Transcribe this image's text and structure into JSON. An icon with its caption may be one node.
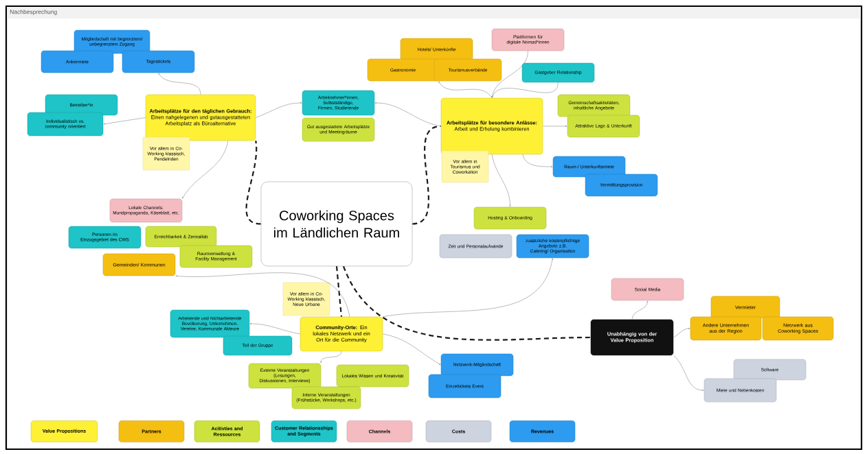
{
  "diagram": {
    "title": "Nachbesprechung",
    "nodes": [
      {
        "text": [
          "Coworking Spaces im Ländlichen Raum"
        ]
      },
      {
        "text": [
          "**Arbeitsplätze für den täglichen Gebrauch:** Einen nahgelegenen und gutausgestatteten Arbeitsplatz als Büroalternative"
        ]
      },
      {
        "text": [
          "Vor allem in Co-Working klassisch, Pendelnden"
        ]
      },
      {
        "text": [
          "**Arbeitsplätze für besondere Anlässe:** Arbeit und Erholung kombinieren"
        ]
      },
      {
        "text": [
          "Vor allem in Tourismus und Coworkation"
        ]
      },
      {
        "text": [
          "**Community-Orte:** Ein lokales Netzwerk und ein Ort für die Community"
        ]
      },
      {
        "text": [
          "Vor allem in Co-Working klassisch, Neue Urbane"
        ]
      },
      {
        "text": [
          "Unabhängig von der Value Proposition"
        ]
      },
      {
        "text": [
          "Mitgliedschaft mit begrenztem/ unbegrenztem Zugang"
        ]
      },
      {
        "text": [
          "Ankermiete"
        ]
      },
      {
        "text": [
          "Tagestickets"
        ]
      },
      {
        "text": [
          "Betreiber*in"
        ]
      },
      {
        "text": [
          "Individualistisch vs. community orientiert"
        ]
      },
      {
        "text": [
          "Lokale Channels: Mundpropaganda, Käseblatt, etc."
        ]
      },
      {
        "text": [
          "Personen im Einzugsgebiet des CWS"
        ]
      },
      {
        "text": [
          "Erreichbarkeit & Zentralität"
        ]
      },
      {
        "text": [
          "Raumverwaltung & Facility Management"
        ]
      },
      {
        "text": [
          "Gemeinden/ Kommunen"
        ]
      },
      {
        "text": [
          "Arbeitnehmer*innen, Selbstständige, Firmen, Studierende"
        ]
      },
      {
        "text": [
          "Gut ausgestattete Arbeitsplätze und Meetingräume"
        ]
      },
      {
        "text": [
          "Hotels/ Unterkünfte"
        ]
      },
      {
        "text": [
          "Gastronomie"
        ]
      },
      {
        "text": [
          "Tourismusverbände"
        ]
      },
      {
        "text": [
          "Plattformen für digitale Nomad*innen"
        ]
      },
      {
        "text": [
          "Gastgeber Relationship"
        ]
      },
      {
        "text": [
          "Gemeinschaftsaktivitäten, inhaltliche Angebote"
        ]
      },
      {
        "text": [
          "Attraktive Lage & Unterkunft"
        ]
      },
      {
        "text": [
          "Raum-/ Unterkunftsmiete"
        ]
      },
      {
        "text": [
          "Vermittlungsprovision"
        ]
      },
      {
        "text": [
          "Hosting & Onboarding"
        ]
      },
      {
        "text": [
          "Zeit und Personalaufwände"
        ]
      },
      {
        "text": [
          "zusätzliche kostenpflichtige Angebote z.B. Catering/ Organisation"
        ]
      },
      {
        "text": [
          "Arbeitende und Nichtarbeitende Bevölkerung, Unternehmen, Vereine, Kommunale Akteure"
        ]
      },
      {
        "text": [
          "Teil der Gruppe"
        ]
      },
      {
        "text": [
          "Externe Veranstaltungen (Lesungen, Diskussionen, Interviews)"
        ]
      },
      {
        "text": [
          "Lokales Wissen und Kreativität"
        ]
      },
      {
        "text": [
          "Interne Veranstaltungen (Frühstücke, Workshops, etc.)"
        ]
      },
      {
        "text": [
          "Netzwerk-Mitgliedschaft"
        ]
      },
      {
        "text": [
          "Einzeltickets Event"
        ]
      },
      {
        "text": [
          "Social Media"
        ]
      },
      {
        "text": [
          "Vermieter"
        ]
      },
      {
        "text": [
          "Andere Unternehmen aus der Region"
        ]
      },
      {
        "text": [
          "Netzwerk aus Coworking Spaces"
        ]
      },
      {
        "text": [
          "Software"
        ]
      },
      {
        "text": [
          "Miete und Nebenkosten"
        ]
      }
    ],
    "edges": [
      {
        "from": 0,
        "to": 1,
        "arrow": "none",
        "style": "dashed",
        "color": "#1a1a1a"
      },
      {
        "from": 0,
        "to": 3,
        "arrow": "none",
        "style": "dashed",
        "color": "#1a1a1a"
      },
      {
        "from": 0,
        "to": 5,
        "arrow": "none",
        "style": "dashed",
        "color": "#1a1a1a"
      },
      {
        "from": 0,
        "to": 7,
        "arrow": "none",
        "style": "dashed",
        "color": "#1a1a1a"
      },
      {
        "from": 1,
        "to": 10,
        "arrow": "to"
      },
      {
        "from": 1,
        "to": 12,
        "arrow": "to"
      },
      {
        "from": 1,
        "to": 13,
        "arrow": "to"
      },
      {
        "from": 1,
        "to": 18,
        "arrow": "to"
      },
      {
        "from": 3,
        "to": 18,
        "arrow": "to"
      },
      {
        "from": 3,
        "to": 21,
        "arrow": "to"
      },
      {
        "from": 23,
        "to": 3,
        "arrow": "to"
      },
      {
        "from": 24,
        "to": 3,
        "arrow": "to"
      },
      {
        "from": 3,
        "to": 26,
        "arrow": "to"
      },
      {
        "from": 3,
        "to": 27,
        "arrow": "to"
      },
      {
        "from": 3,
        "to": 29,
        "arrow": "to"
      },
      {
        "from": 5,
        "to": 17,
        "arrow": "to"
      },
      {
        "from": 5,
        "to": 32,
        "arrow": "to"
      },
      {
        "from": 5,
        "to": 34,
        "arrow": "to"
      },
      {
        "from": 5,
        "to": 37,
        "arrow": "to"
      },
      {
        "from": 5,
        "to": 31,
        "arrow": "to"
      },
      {
        "from": 7,
        "to": 39,
        "arrow": "to"
      },
      {
        "from": 7,
        "to": 41,
        "arrow": "to"
      },
      {
        "from": 7,
        "to": 44,
        "arrow": "to"
      }
    ],
    "legend": [
      {
        "text": "Value Propositions",
        "color": "#fef035"
      },
      {
        "text": "Partners",
        "color": "#f5bf12"
      },
      {
        "text": "Acitivties and Ressources",
        "color": "#cde23e"
      },
      {
        "text": "Customer Relationsships and Segments",
        "color": "#1ec4c8"
      },
      {
        "text": "Channels",
        "color": "#f4bcc0"
      },
      {
        "text": "Costs",
        "color": "#cdd3df"
      },
      {
        "text": "Revenues",
        "color": "#2d9bef"
      }
    ]
  }
}
